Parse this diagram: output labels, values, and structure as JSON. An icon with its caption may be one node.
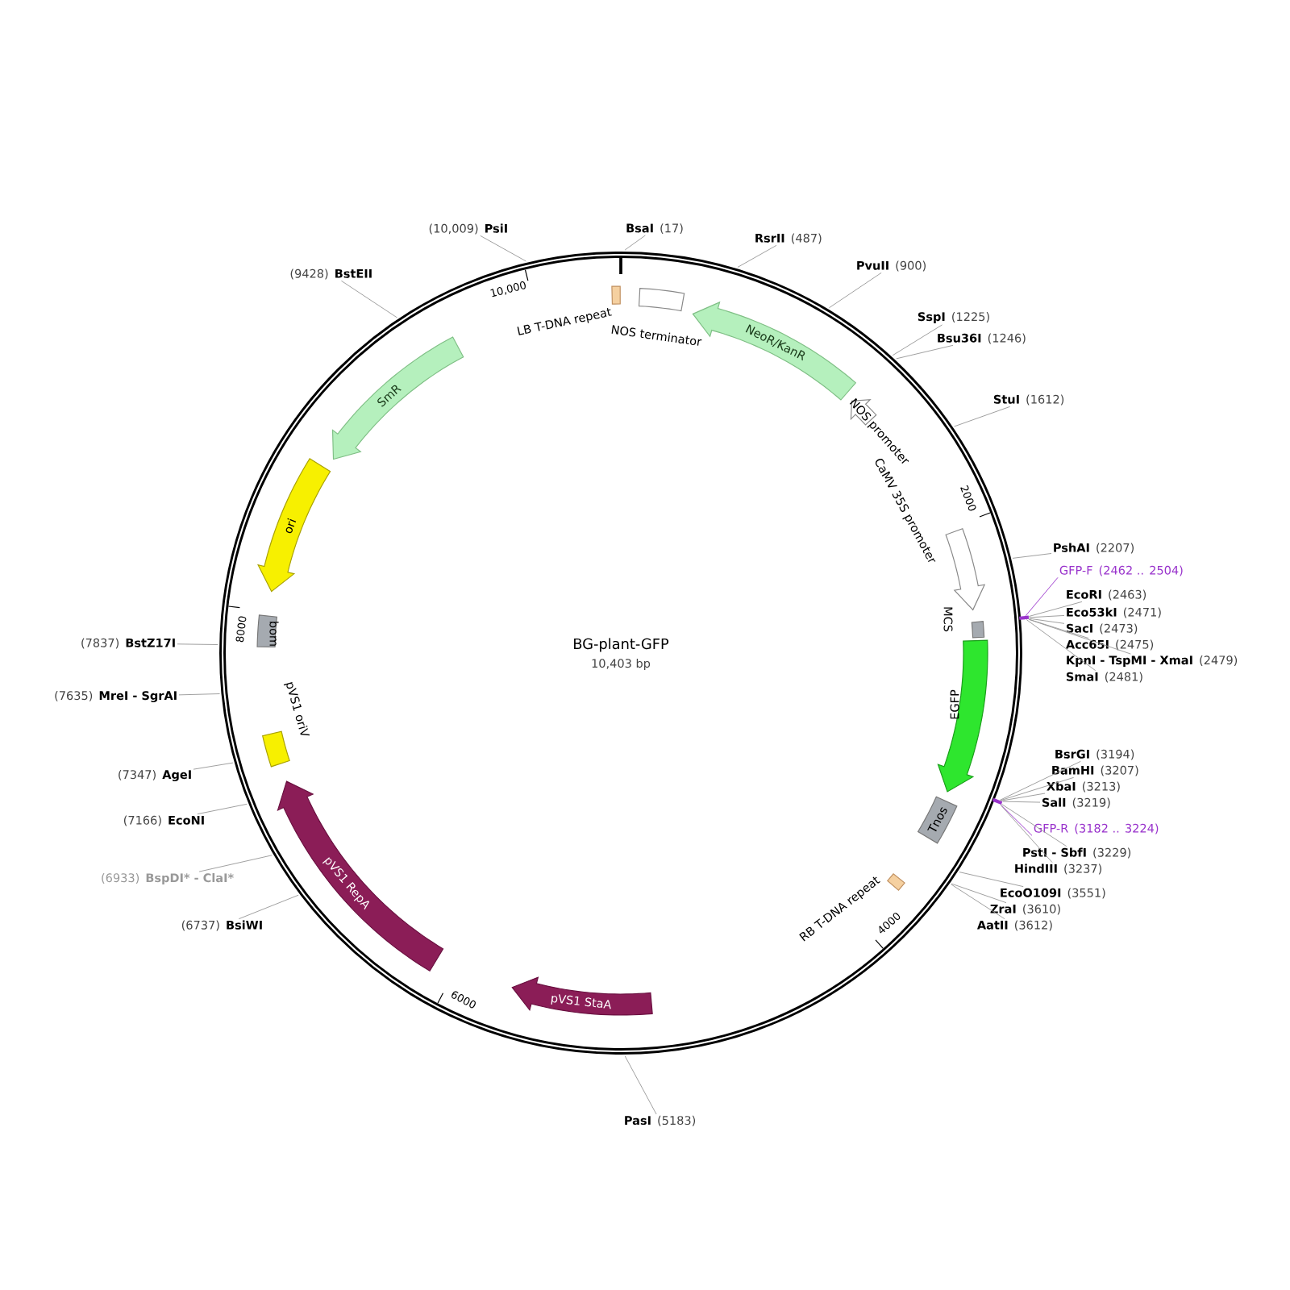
{
  "diagram": {
    "title": "BG-plant-GFP",
    "nodes": [
      {
        "text": [
          "LB T-DNA repeat"
        ]
      },
      {
        "text": [
          "NOS terminator"
        ]
      },
      {
        "text": [
          "NeoR/KanR"
        ]
      },
      {
        "text": [
          "NOS promoter"
        ]
      },
      {
        "text": [
          "CaMV 35S promoter"
        ]
      },
      {
        "text": [
          "MCS"
        ]
      },
      {
        "text": [
          "EGFP"
        ]
      },
      {
        "text": [
          "Tnos"
        ]
      },
      {
        "text": [
          "RB T-DNA repeat"
        ]
      },
      {
        "text": [
          "pVS1 StaA"
        ]
      },
      {
        "text": [
          "pVS1 RepA"
        ]
      },
      {
        "text": [
          "pVS1 oriV"
        ]
      },
      {
        "text": [
          "bom"
        ]
      },
      {
        "text": [
          "ori"
        ]
      },
      {
        "text": [
          "SmR"
        ]
      },
      {
        "text": [
          "BsaI",
          "(17)"
        ]
      },
      {
        "text": [
          "RsrII",
          "(487)"
        ]
      },
      {
        "text": [
          "PvuII",
          "(900)"
        ]
      },
      {
        "text": [
          "SspI",
          "(1225)"
        ]
      },
      {
        "text": [
          "Bsu36I",
          "(1246)"
        ]
      },
      {
        "text": [
          "StuI",
          "(1612)"
        ]
      },
      {
        "text": [
          "PshAI",
          "(2207)"
        ]
      },
      {
        "text": [
          "GFP-F",
          "(2462 .. 2504)"
        ]
      },
      {
        "text": [
          "EcoRI",
          "(2463)"
        ]
      },
      {
        "text": [
          "Eco53kI",
          "(2471)"
        ]
      },
      {
        "text": [
          "SacI",
          "(2473)"
        ]
      },
      {
        "text": [
          "Acc65I",
          "(2475)"
        ]
      },
      {
        "text": [
          "KpnI - TspMI - XmaI",
          "(2479)"
        ]
      },
      {
        "text": [
          "SmaI",
          "(2481)"
        ]
      },
      {
        "text": [
          "BsrGI",
          "(3194)"
        ]
      },
      {
        "text": [
          "BamHI",
          "(3207)"
        ]
      },
      {
        "text": [
          "XbaI",
          "(3213)"
        ]
      },
      {
        "text": [
          "SalI",
          "(3219)"
        ]
      },
      {
        "text": [
          "GFP-R",
          "(3182 .. 3224)"
        ]
      },
      {
        "text": [
          "PstI - SbfI",
          "(3229)"
        ]
      },
      {
        "text": [
          "HindIII",
          "(3237)"
        ]
      },
      {
        "text": [
          "EcoO109I",
          "(3551)"
        ]
      },
      {
        "text": [
          "ZraI",
          "(3610)"
        ]
      },
      {
        "text": [
          "AatII",
          "(3612)"
        ]
      },
      {
        "text": [
          "PasI",
          "(5183)"
        ]
      },
      {
        "text": [
          "(6737)",
          "BsiWI"
        ]
      },
      {
        "text": [
          "(6933)",
          "BspDI* - ClaI*"
        ]
      },
      {
        "text": [
          "(7166)",
          "EcoNI"
        ]
      },
      {
        "text": [
          "(7347)",
          "AgeI"
        ]
      },
      {
        "text": [
          "(7635)",
          "MreI - SgrAI"
        ]
      },
      {
        "text": [
          "(7837)",
          "BstZ17I"
        ]
      },
      {
        "text": [
          "(9428)",
          "BstEII"
        ]
      },
      {
        "text": [
          "(10,009)",
          "PsiI"
        ]
      },
      {
        "text": [],
        "shape": "bar"
      },
      {
        "text": [],
        "shape": "bar"
      }
    ],
    "edges": [
      {
        "from": 15,
        "to": null,
        "arrow": "none"
      },
      {
        "from": 16,
        "to": null,
        "arrow": "none"
      },
      {
        "from": 17,
        "to": null,
        "arrow": "none"
      },
      {
        "from": 18,
        "to": null,
        "arrow": "none"
      },
      {
        "from": 19,
        "to": null,
        "arrow": "none"
      },
      {
        "from": 20,
        "to": null,
        "arrow": "none"
      },
      {
        "from": 21,
        "to": null,
        "arrow": "none"
      },
      {
        "from": 22,
        "to": 48,
        "arrow": "none",
        "color": "#9933cc"
      },
      {
        "from": 23,
        "to": 48,
        "arrow": "none"
      },
      {
        "from": 24,
        "to": 48,
        "arrow": "none"
      },
      {
        "from": 25,
        "to": 48,
        "arrow": "none"
      },
      {
        "from": 26,
        "to": 48,
        "arrow": "none"
      },
      {
        "from": 27,
        "to": 48,
        "arrow": "none"
      },
      {
        "from": 28,
        "to": 48,
        "arrow": "none"
      },
      {
        "from": 29,
        "to": 49,
        "arrow": "none"
      },
      {
        "from": 30,
        "to": 49,
        "arrow": "none"
      },
      {
        "from": 31,
        "to": 49,
        "arrow": "none"
      },
      {
        "from": 32,
        "to": 49,
        "arrow": "none"
      },
      {
        "from": 33,
        "to": 49,
        "arrow": "none",
        "color": "#9933cc"
      },
      {
        "from": 34,
        "to": 49,
        "arrow": "none"
      },
      {
        "from": 35,
        "to": 49,
        "arrow": "none"
      },
      {
        "from": 36,
        "to": null,
        "arrow": "none"
      },
      {
        "from": 37,
        "to": null,
        "arrow": "none"
      },
      {
        "from": 38,
        "to": null,
        "arrow": "none"
      },
      {
        "from": 39,
        "to": null,
        "arrow": "none"
      },
      {
        "from": 40,
        "to": null,
        "arrow": "none"
      },
      {
        "from": 41,
        "to": null,
        "arrow": "none"
      },
      {
        "from": 42,
        "to": null,
        "arrow": "none"
      },
      {
        "from": 43,
        "to": null,
        "arrow": "none"
      },
      {
        "from": 44,
        "to": null,
        "arrow": "none"
      },
      {
        "from": 45,
        "to": null,
        "arrow": "none"
      },
      {
        "from": 46,
        "to": null,
        "arrow": "none"
      },
      {
        "from": 47,
        "to": null,
        "arrow": "none"
      }
    ],
    "labels": [
      "10,403 bp",
      "10,000",
      "2000",
      "4000",
      "6000",
      "8000"
    ]
  }
}
